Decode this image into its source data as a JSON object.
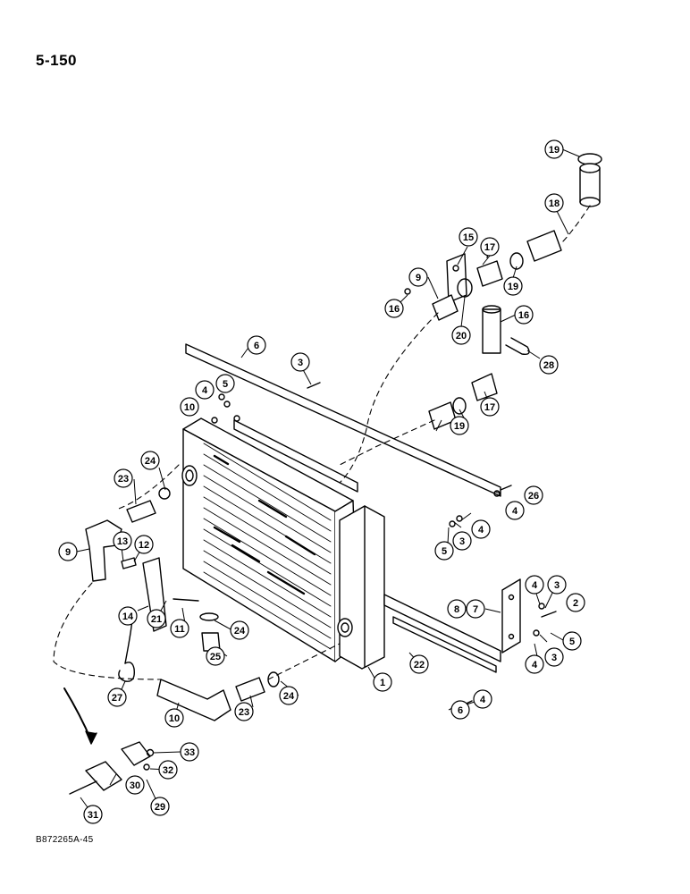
{
  "page": {
    "number": "5-150",
    "doc_code": "B872265A-45"
  },
  "callouts": [
    "19",
    "18",
    "15",
    "17",
    "9",
    "16",
    "19",
    "20",
    "16",
    "28",
    "6",
    "3",
    "4",
    "5",
    "10",
    "19",
    "17",
    "24",
    "23",
    "26",
    "4",
    "9",
    "13",
    "12",
    "5",
    "3",
    "4",
    "4",
    "3",
    "8",
    "7",
    "2",
    "14",
    "21",
    "11",
    "24",
    "22",
    "5",
    "4",
    "3",
    "25",
    "1",
    "24",
    "27",
    "10",
    "23",
    "6",
    "4",
    "33",
    "32",
    "30",
    "29",
    "31"
  ]
}
